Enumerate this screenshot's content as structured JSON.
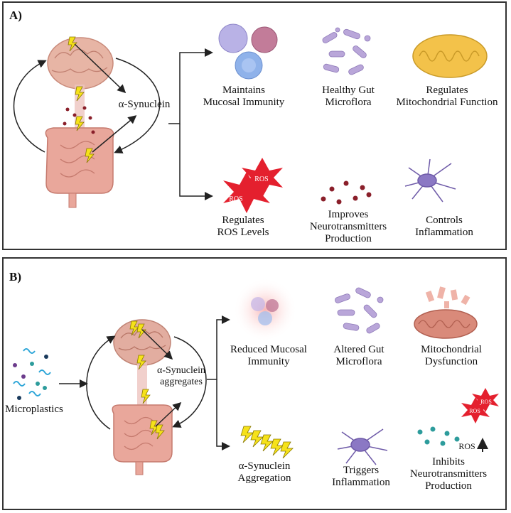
{
  "panel_a": {
    "label": "A)",
    "center_label": "α-Synuclein",
    "effects": [
      {
        "line1": "Maintains",
        "line2": "Mucosal Immunity"
      },
      {
        "line1": "Healthy Gut",
        "line2": "Microflora"
      },
      {
        "line1": "Regulates",
        "line2": "Mitochondrial Function"
      },
      {
        "line1": "Regulates",
        "line2": "ROS Levels"
      },
      {
        "line1": "Improves",
        "line2": "Neurotransmitters",
        "line3": "Production"
      },
      {
        "line1": "Controls",
        "line2": "Inflammation"
      }
    ],
    "ros_text": "ROS"
  },
  "panel_b": {
    "label": "B)",
    "source_label": "Microplastics",
    "center_line1": "α-Synuclein",
    "center_line2": "aggregates",
    "effects": [
      {
        "line1": "Reduced Mucosal",
        "line2": "Immunity"
      },
      {
        "line1": "Altered Gut",
        "line2": "Microflora"
      },
      {
        "line1": "Mitochondrial",
        "line2": "Dysfunction"
      },
      {
        "line1": "α-Synuclein",
        "line2": "Aggregation"
      },
      {
        "line1": "Triggers",
        "line2": "Inflammation"
      },
      {
        "line1": "Inhibits",
        "line2": "Neurotransmitters",
        "line3": "Production"
      }
    ],
    "ros_text": "ROS",
    "ros_up_label": "ROS"
  },
  "colors": {
    "brain": "#e7b5a5",
    "intestine": "#e9a79b",
    "lightning": "#f6e21a",
    "ros_red": "#e4202e",
    "neuron": "#6e5aa8",
    "mito": "#f3c24a",
    "microbe": "#b9a6d9",
    "dots_dark": "#8a1f2a",
    "teal": "#2d9c9c"
  }
}
